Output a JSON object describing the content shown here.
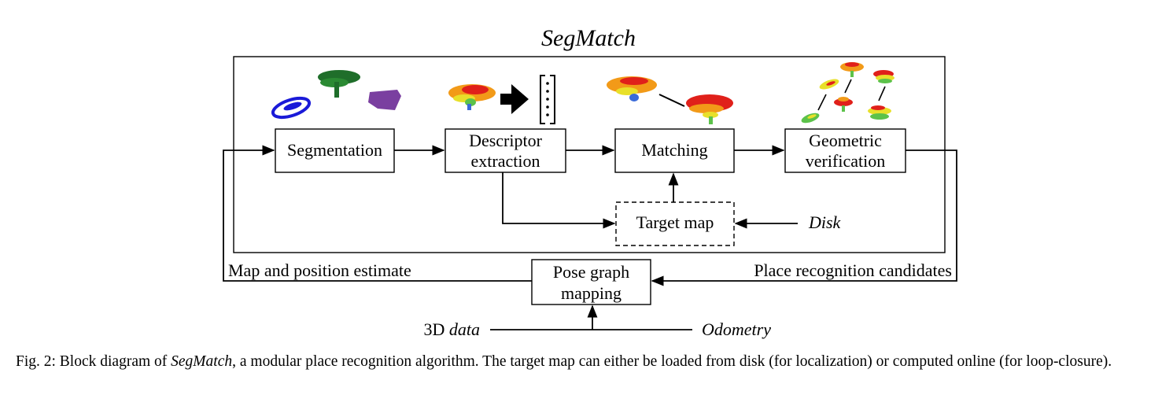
{
  "title": "SegMatch",
  "blocks": {
    "segmentation": "Segmentation",
    "descriptor_line1": "Descriptor",
    "descriptor_line2": "extraction",
    "matching": "Matching",
    "geometric_line1": "Geometric",
    "geometric_line2": "verification",
    "target_map": "Target map",
    "pose_line1": "Pose graph",
    "pose_line2": "mapping"
  },
  "inputs": {
    "disk": "Disk",
    "data_prefix": "3D ",
    "data_italic": "data",
    "odometry": "Odometry"
  },
  "edges": {
    "map_estimate": "Map and position estimate",
    "place_candidates": "Place recognition candidates"
  },
  "caption": {
    "prefix": "Fig. 2: Block diagram of ",
    "italic": "SegMatch",
    "rest": ", a modular place recognition algorithm. The target map can either be loaded from disk (for localization) or computed online (for loop-closure)."
  },
  "colors": {
    "ink": "#000000",
    "segment_blue": "#1a1ad8",
    "segment_green": "#1f6e2a",
    "segment_purple": "#7a3fa0",
    "heat_red": "#e0201a",
    "heat_orange": "#f29a18",
    "heat_yellow": "#e8e02a",
    "heat_green": "#5cc24a",
    "heat_blue": "#3a6ad8"
  }
}
